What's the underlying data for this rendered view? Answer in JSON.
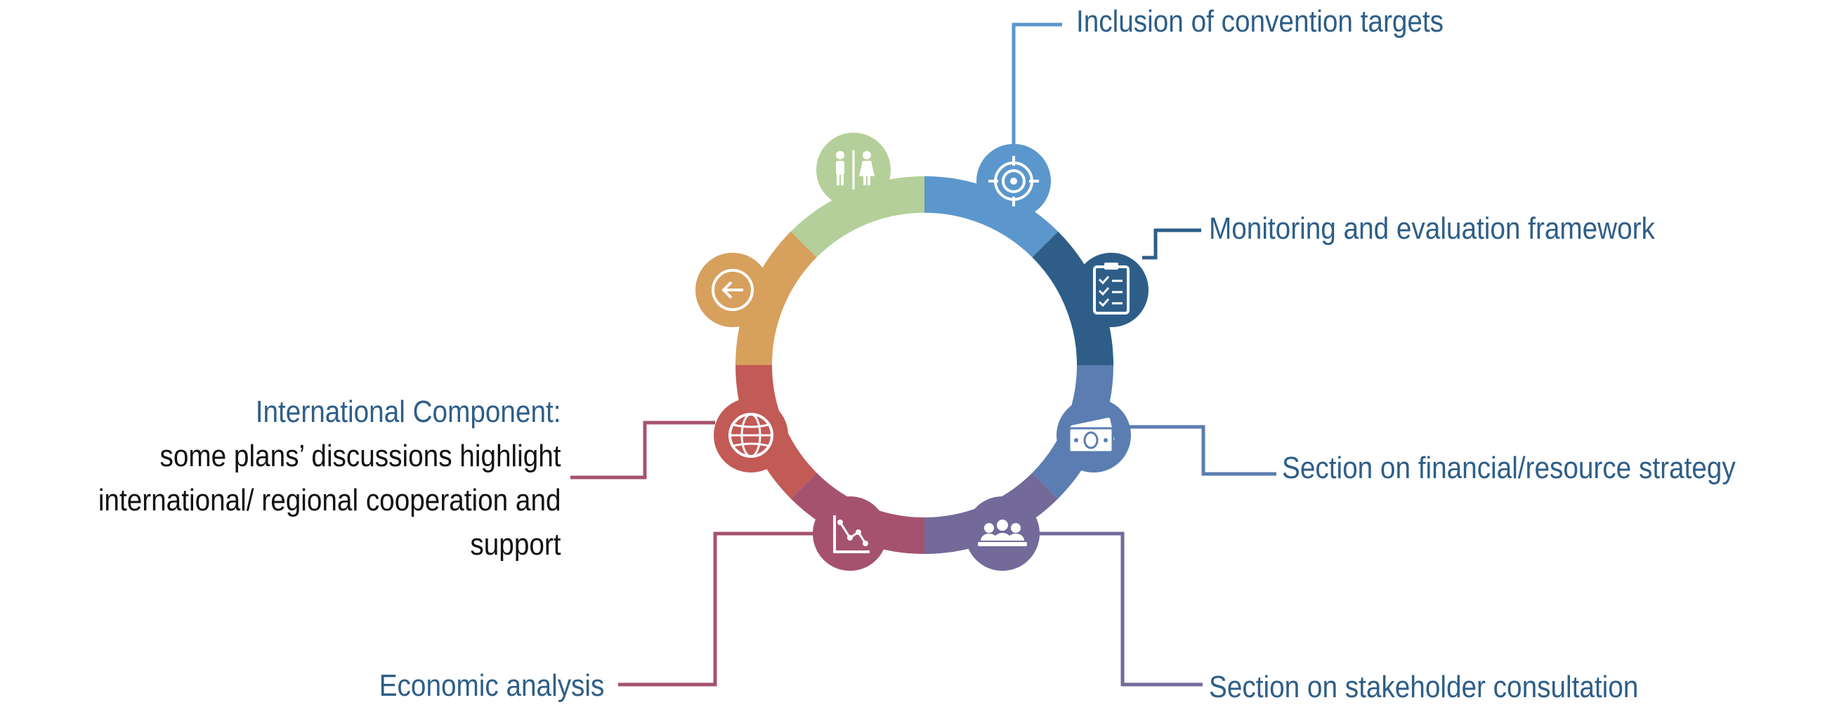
{
  "colors": {
    "targets": "#5b97cc",
    "monitoring": "#2e5e88",
    "financial": "#5b7db1",
    "stakeholder": "#736a9a",
    "economic": "#a5526f",
    "international": "#c25a56",
    "arrow": "#d7a05d",
    "gender": "#b5cf9a",
    "label_blue": "#2e5e88",
    "label_black": "#111111"
  },
  "icons": [
    "target-icon",
    "clipboard-checklist-icon",
    "money-icon",
    "group-icon",
    "chart-icon",
    "globe-icon",
    "arrow-left-icon",
    "people-icon"
  ],
  "labels": {
    "targets": "Inclusion of convention targets",
    "monitoring": "Monitoring and evaluation framework",
    "financial": "Section on financial/resource strategy",
    "stakeholder": "Section on stakeholder consultation",
    "economic": "Economic analysis",
    "international_title": "International Component:",
    "international_line1": "some plans’ discussions highlight",
    "international_line2": "international/ regional cooperation and",
    "international_line3": "support"
  }
}
